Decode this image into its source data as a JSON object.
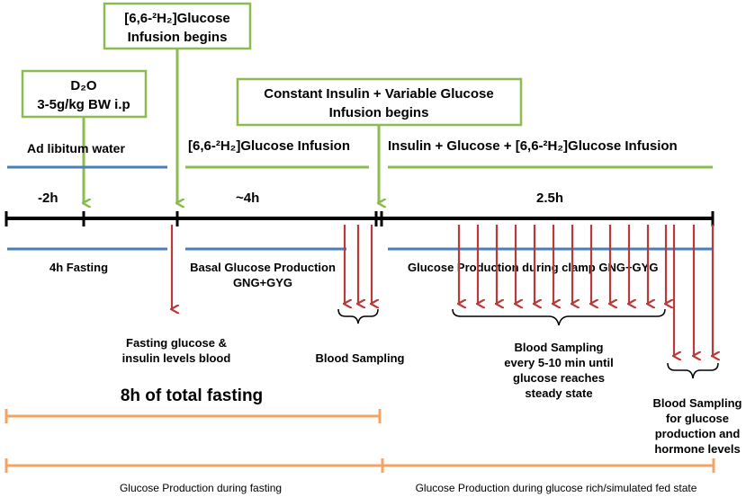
{
  "colors": {
    "green": "#8CBB4F",
    "blue": "#4A7EBB",
    "red": "#B83A3A",
    "orange": "#F4A460",
    "black": "#000000"
  },
  "callouts": {
    "d2o_line1": "D₂O",
    "d2o_line2": "3-5g/kg BW i.p",
    "glucose_inf_line1": "[6,6-²H₂]Glucose",
    "glucose_inf_line2": "Infusion begins",
    "clamp_line1": "Constant Insulin +  Variable Glucose",
    "clamp_line2": "Infusion begins"
  },
  "phases": {
    "ad_libitum": "Ad libitum water",
    "glucose_infusion": "[6,6-²H₂]Glucose Infusion",
    "insulin_glucose": "Insulin + Glucose + [6,6-²H₂]Glucose Infusion"
  },
  "durations": {
    "minus_2h": "-2h",
    "approx_4h": "~4h",
    "h2_5": "2.5h"
  },
  "periods": {
    "fasting": "4h Fasting",
    "basal_line1": "Basal Glucose Production",
    "basal_line2": "GNG+GYG",
    "clamp_production": "Glucose Production during clamp GNG+GYG"
  },
  "samples": {
    "fasting_line1": "Fasting glucose &",
    "fasting_line2": "insulin levels blood",
    "blood_sampling": "Blood Sampling",
    "steady_line1": "Blood Sampling",
    "steady_line2": "every 5-10 min until",
    "steady_line3": "glucose reaches",
    "steady_line4": "steady state",
    "final_line1": "Blood Sampling",
    "final_line2": "for glucose",
    "final_line3": "production and",
    "final_line4": "hormone levels"
  },
  "bottom": {
    "total_fasting": "8h of total fasting",
    "fasting_production": "Glucose Production during fasting",
    "fed_production": "Glucose Production during glucose rich/simulated fed state"
  }
}
